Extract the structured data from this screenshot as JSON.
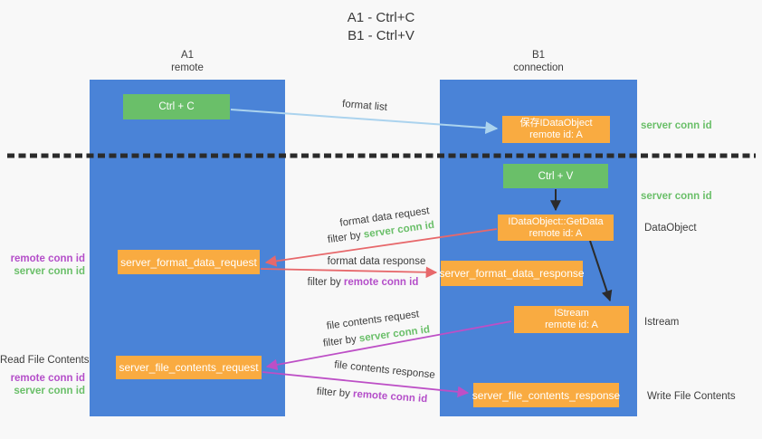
{
  "title": {
    "line1": "A1 - Ctrl+C",
    "line2": "B1 - Ctrl+V"
  },
  "lanes": {
    "a1": {
      "name": "A1",
      "role": "remote"
    },
    "b1": {
      "name": "B1",
      "role": "connection"
    }
  },
  "nodes": {
    "ctrl_c": {
      "label": "Ctrl + C"
    },
    "save_idataobject": {
      "line1": "保存IDataObject",
      "line2": "remote id: A"
    },
    "ctrl_v": {
      "label": "Ctrl + V"
    },
    "idataobject_getdata": {
      "line1": "IDataObject::GetData",
      "line2": "remote id: A"
    },
    "server_format_data_request": {
      "label": "server_format_data_request"
    },
    "server_format_data_response": {
      "label": "server_format_data_response"
    },
    "istream": {
      "line1": "IStream",
      "line2": "remote id: A"
    },
    "server_file_contents_request": {
      "label": "server_file_contents_request"
    },
    "server_file_contents_response": {
      "label": "server_file_contents_response"
    }
  },
  "edge_labels": {
    "format_list": "format list",
    "format_data_request": "format data request",
    "format_data_response": "format data response",
    "file_contents_request": "file contents request",
    "file_contents_response": "file contents response"
  },
  "terms": {
    "filter_by": "filter by ",
    "server_conn_id": "server conn id",
    "remote_conn_id": "remote conn id"
  },
  "side_labels": {
    "dataobject": "DataObject",
    "istream": "Istream",
    "read_file_contents": "Read File Contents",
    "write_file_contents": "Write File Contents"
  },
  "colors": {
    "background": "#f8f8f8",
    "lane_blue": "#4a83d7",
    "node_orange": "#f9ab41",
    "node_green": "#6abf69",
    "accent_green": "#6abf69",
    "accent_magenta": "#b44ec9",
    "arrow_red": "#e7686b",
    "arrow_magenta": "#bd4fc6",
    "arrow_lightblue": "#abd3ee",
    "arrow_black": "#2b2b2b",
    "text_dark": "#3d3d3d"
  }
}
